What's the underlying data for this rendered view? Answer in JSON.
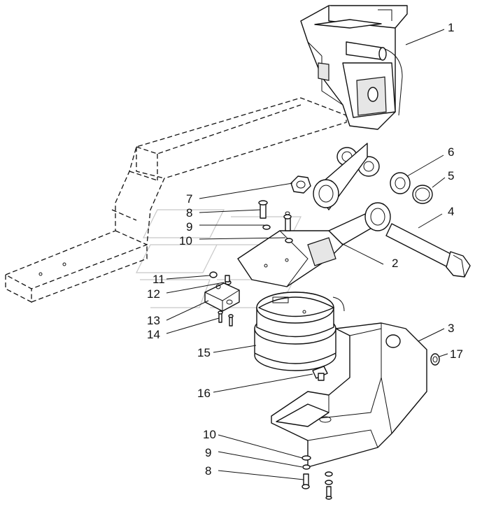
{
  "callouts": [
    {
      "id": "c1",
      "text": "1"
    },
    {
      "id": "c2",
      "text": "2"
    },
    {
      "id": "c3",
      "text": "3"
    },
    {
      "id": "c4",
      "text": "4"
    },
    {
      "id": "c5",
      "text": "5"
    },
    {
      "id": "c6",
      "text": "6"
    },
    {
      "id": "c7",
      "text": "7"
    },
    {
      "id": "c8a",
      "text": "8"
    },
    {
      "id": "c9a",
      "text": "9"
    },
    {
      "id": "c10a",
      "text": "10"
    },
    {
      "id": "c11",
      "text": "11"
    },
    {
      "id": "c12",
      "text": "12"
    },
    {
      "id": "c13",
      "text": "13"
    },
    {
      "id": "c14",
      "text": "14"
    },
    {
      "id": "c15",
      "text": "15"
    },
    {
      "id": "c16",
      "text": "16"
    },
    {
      "id": "c17",
      "text": "17"
    },
    {
      "id": "c10b",
      "text": "10"
    },
    {
      "id": "c9b",
      "text": "9"
    },
    {
      "id": "c8b",
      "text": "8"
    }
  ]
}
